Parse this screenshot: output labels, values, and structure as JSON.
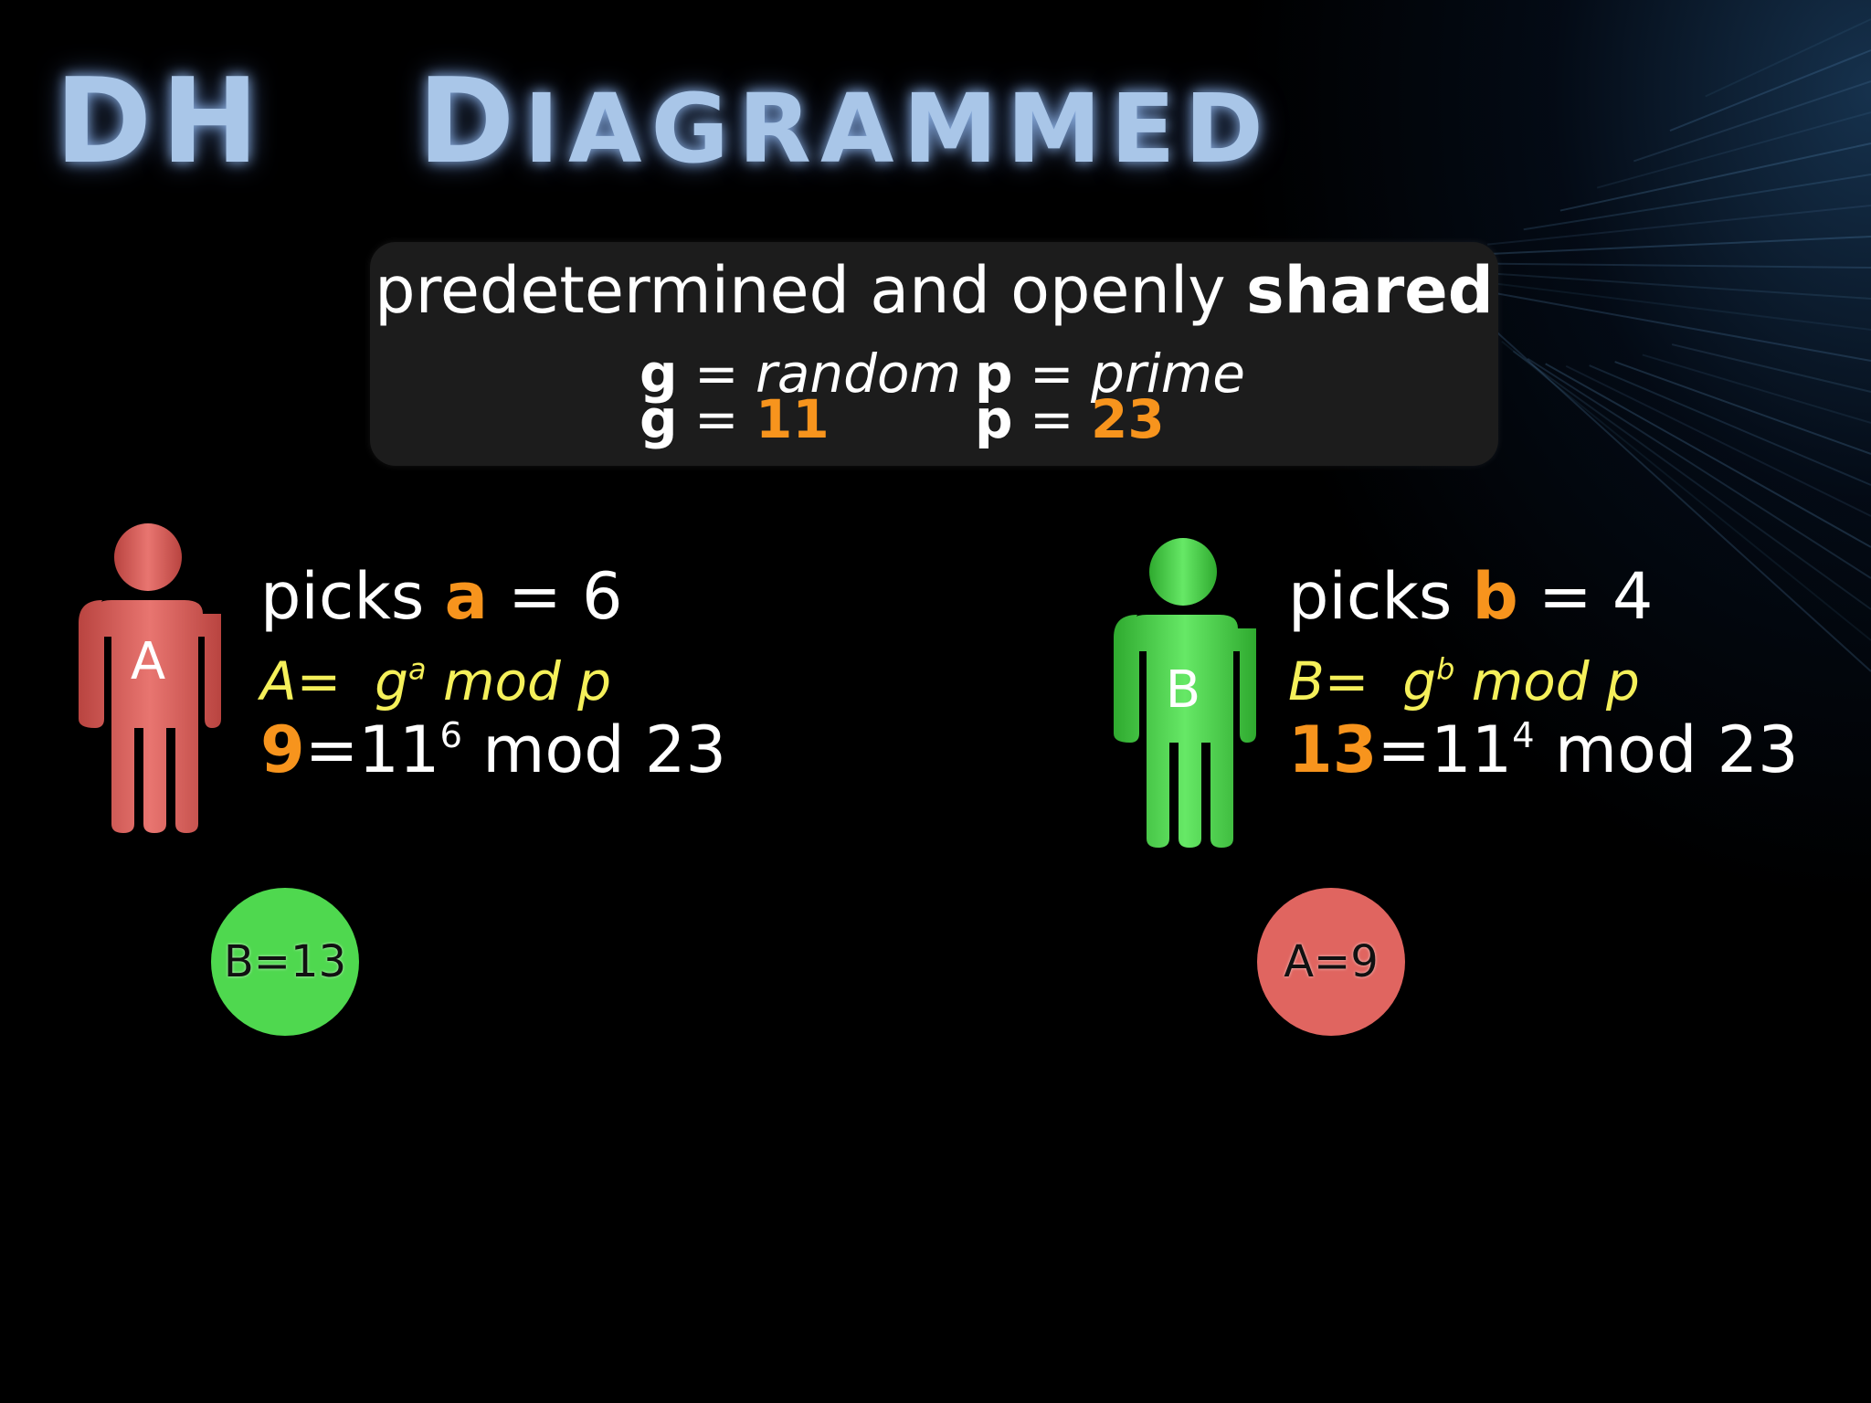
{
  "title": {
    "first": "DH",
    "rest_initial": "D",
    "rest": "IAGRAMMED"
  },
  "shared": {
    "header_prefix": "predetermined and openly",
    "header_bold": "shared",
    "g_label": "g",
    "g_symbol": "random",
    "p_label": "p",
    "p_symbol": "prime",
    "g_value": "11",
    "p_value": "23",
    "equals": "="
  },
  "alice": {
    "letter": "A",
    "picks_prefix": "picks",
    "picks_var": "a",
    "picks_rest": "= 6",
    "formula_left": "A=",
    "formula_base": "g",
    "formula_exp": "a",
    "formula_rest": "mod p",
    "calc_result": "9",
    "calc_base": "=11",
    "calc_exp": "6",
    "calc_rest": "mod 23",
    "received": "B=13",
    "color": "#e06560"
  },
  "bob": {
    "letter": "B",
    "picks_prefix": "picks",
    "picks_var": "b",
    "picks_rest": "= 4",
    "formula_left": "B=",
    "formula_base": "g",
    "formula_exp": "b",
    "formula_rest": "mod p",
    "calc_result": "13",
    "calc_base": "=11",
    "calc_exp": "4",
    "calc_rest": "mod 23",
    "received": "A=9",
    "color": "#4fd84f"
  },
  "colors": {
    "accent_orange": "#f7941d",
    "formula_yellow": "#f5f05a",
    "title_blue": "#a9c6e8",
    "box_bg": "#1c1c1c"
  }
}
